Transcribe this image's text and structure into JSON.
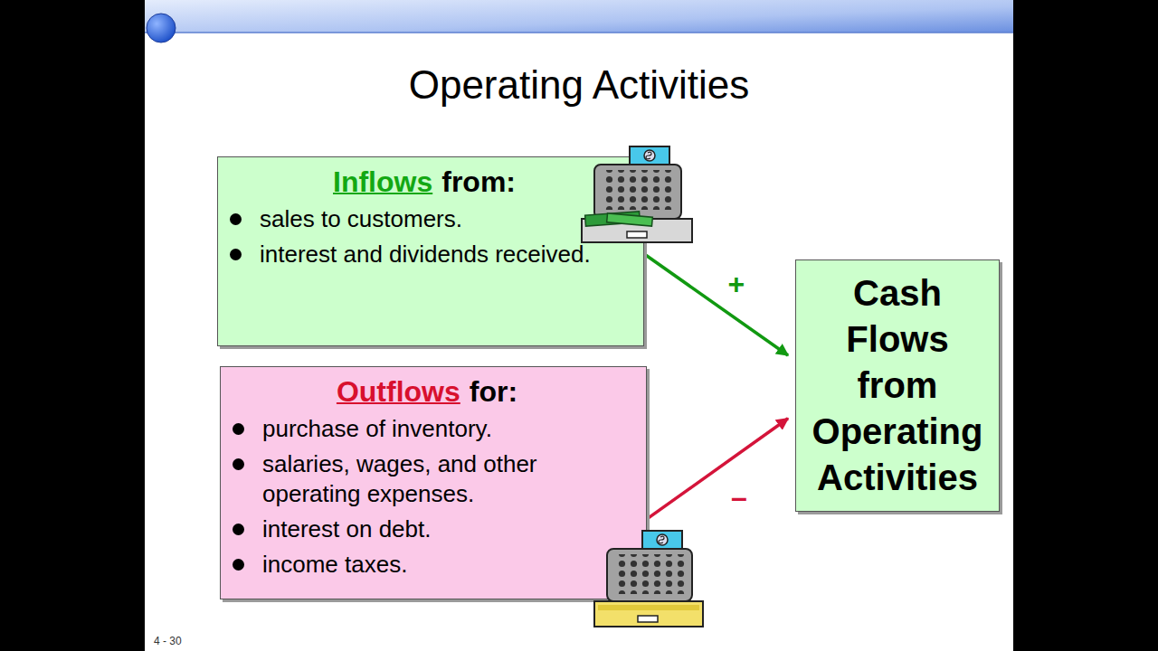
{
  "diagram": {
    "title": "Operating Activities",
    "nodes": [
      {
        "text": [
          "Inflows",
          "from:",
          "sales to customers.",
          "interest and dividends received."
        ]
      },
      {
        "text": [
          "Outflows",
          "for:",
          "purchase of inventory.",
          "salaries, wages, and other operating expenses.",
          "interest on debt.",
          "income taxes."
        ]
      },
      {
        "text": [
          "Cash Flows from Operating Activities"
        ]
      }
    ],
    "edges": [
      {
        "from": 0,
        "to": 2,
        "arrow": "to",
        "label": "+"
      },
      {
        "from": 1,
        "to": 2,
        "arrow": "to",
        "label": "–"
      }
    ],
    "labels": [
      "4 - 30"
    ]
  }
}
